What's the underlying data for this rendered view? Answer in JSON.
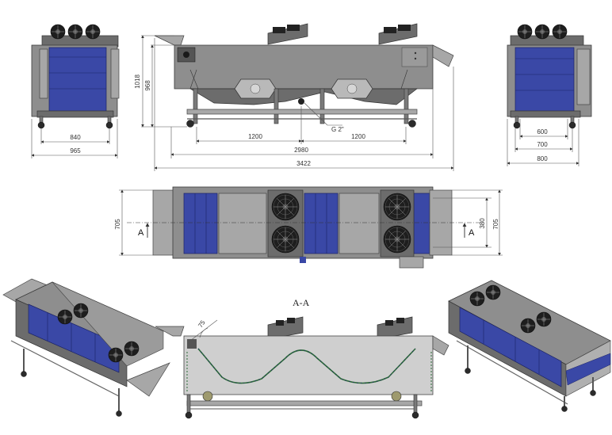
{
  "drawing": {
    "front_view": {
      "dim_total_height": "1018",
      "dim_inner_height": "968",
      "dim_pitch_left": "1200",
      "dim_pitch_right": "1200",
      "dim_frame_length": "2980",
      "dim_overall_length": "3422",
      "drain_label": "G 2\""
    },
    "left_side_view": {
      "dim_track_width": "840",
      "dim_overall_width": "965"
    },
    "right_side_view": {
      "dim_inner": "600",
      "dim_middle": "700",
      "dim_outer": "800"
    },
    "top_view": {
      "section_marker_left": "A",
      "section_marker_right": "A",
      "dim_width_left": "705",
      "dim_width_right": "705",
      "dim_belt": "380"
    },
    "section_view": {
      "title": "A-A",
      "dim_angle": "75"
    },
    "colors": {
      "frame": "#8e8e8e",
      "belt": "#3a48a6",
      "chain": "#2e6b3a"
    }
  }
}
